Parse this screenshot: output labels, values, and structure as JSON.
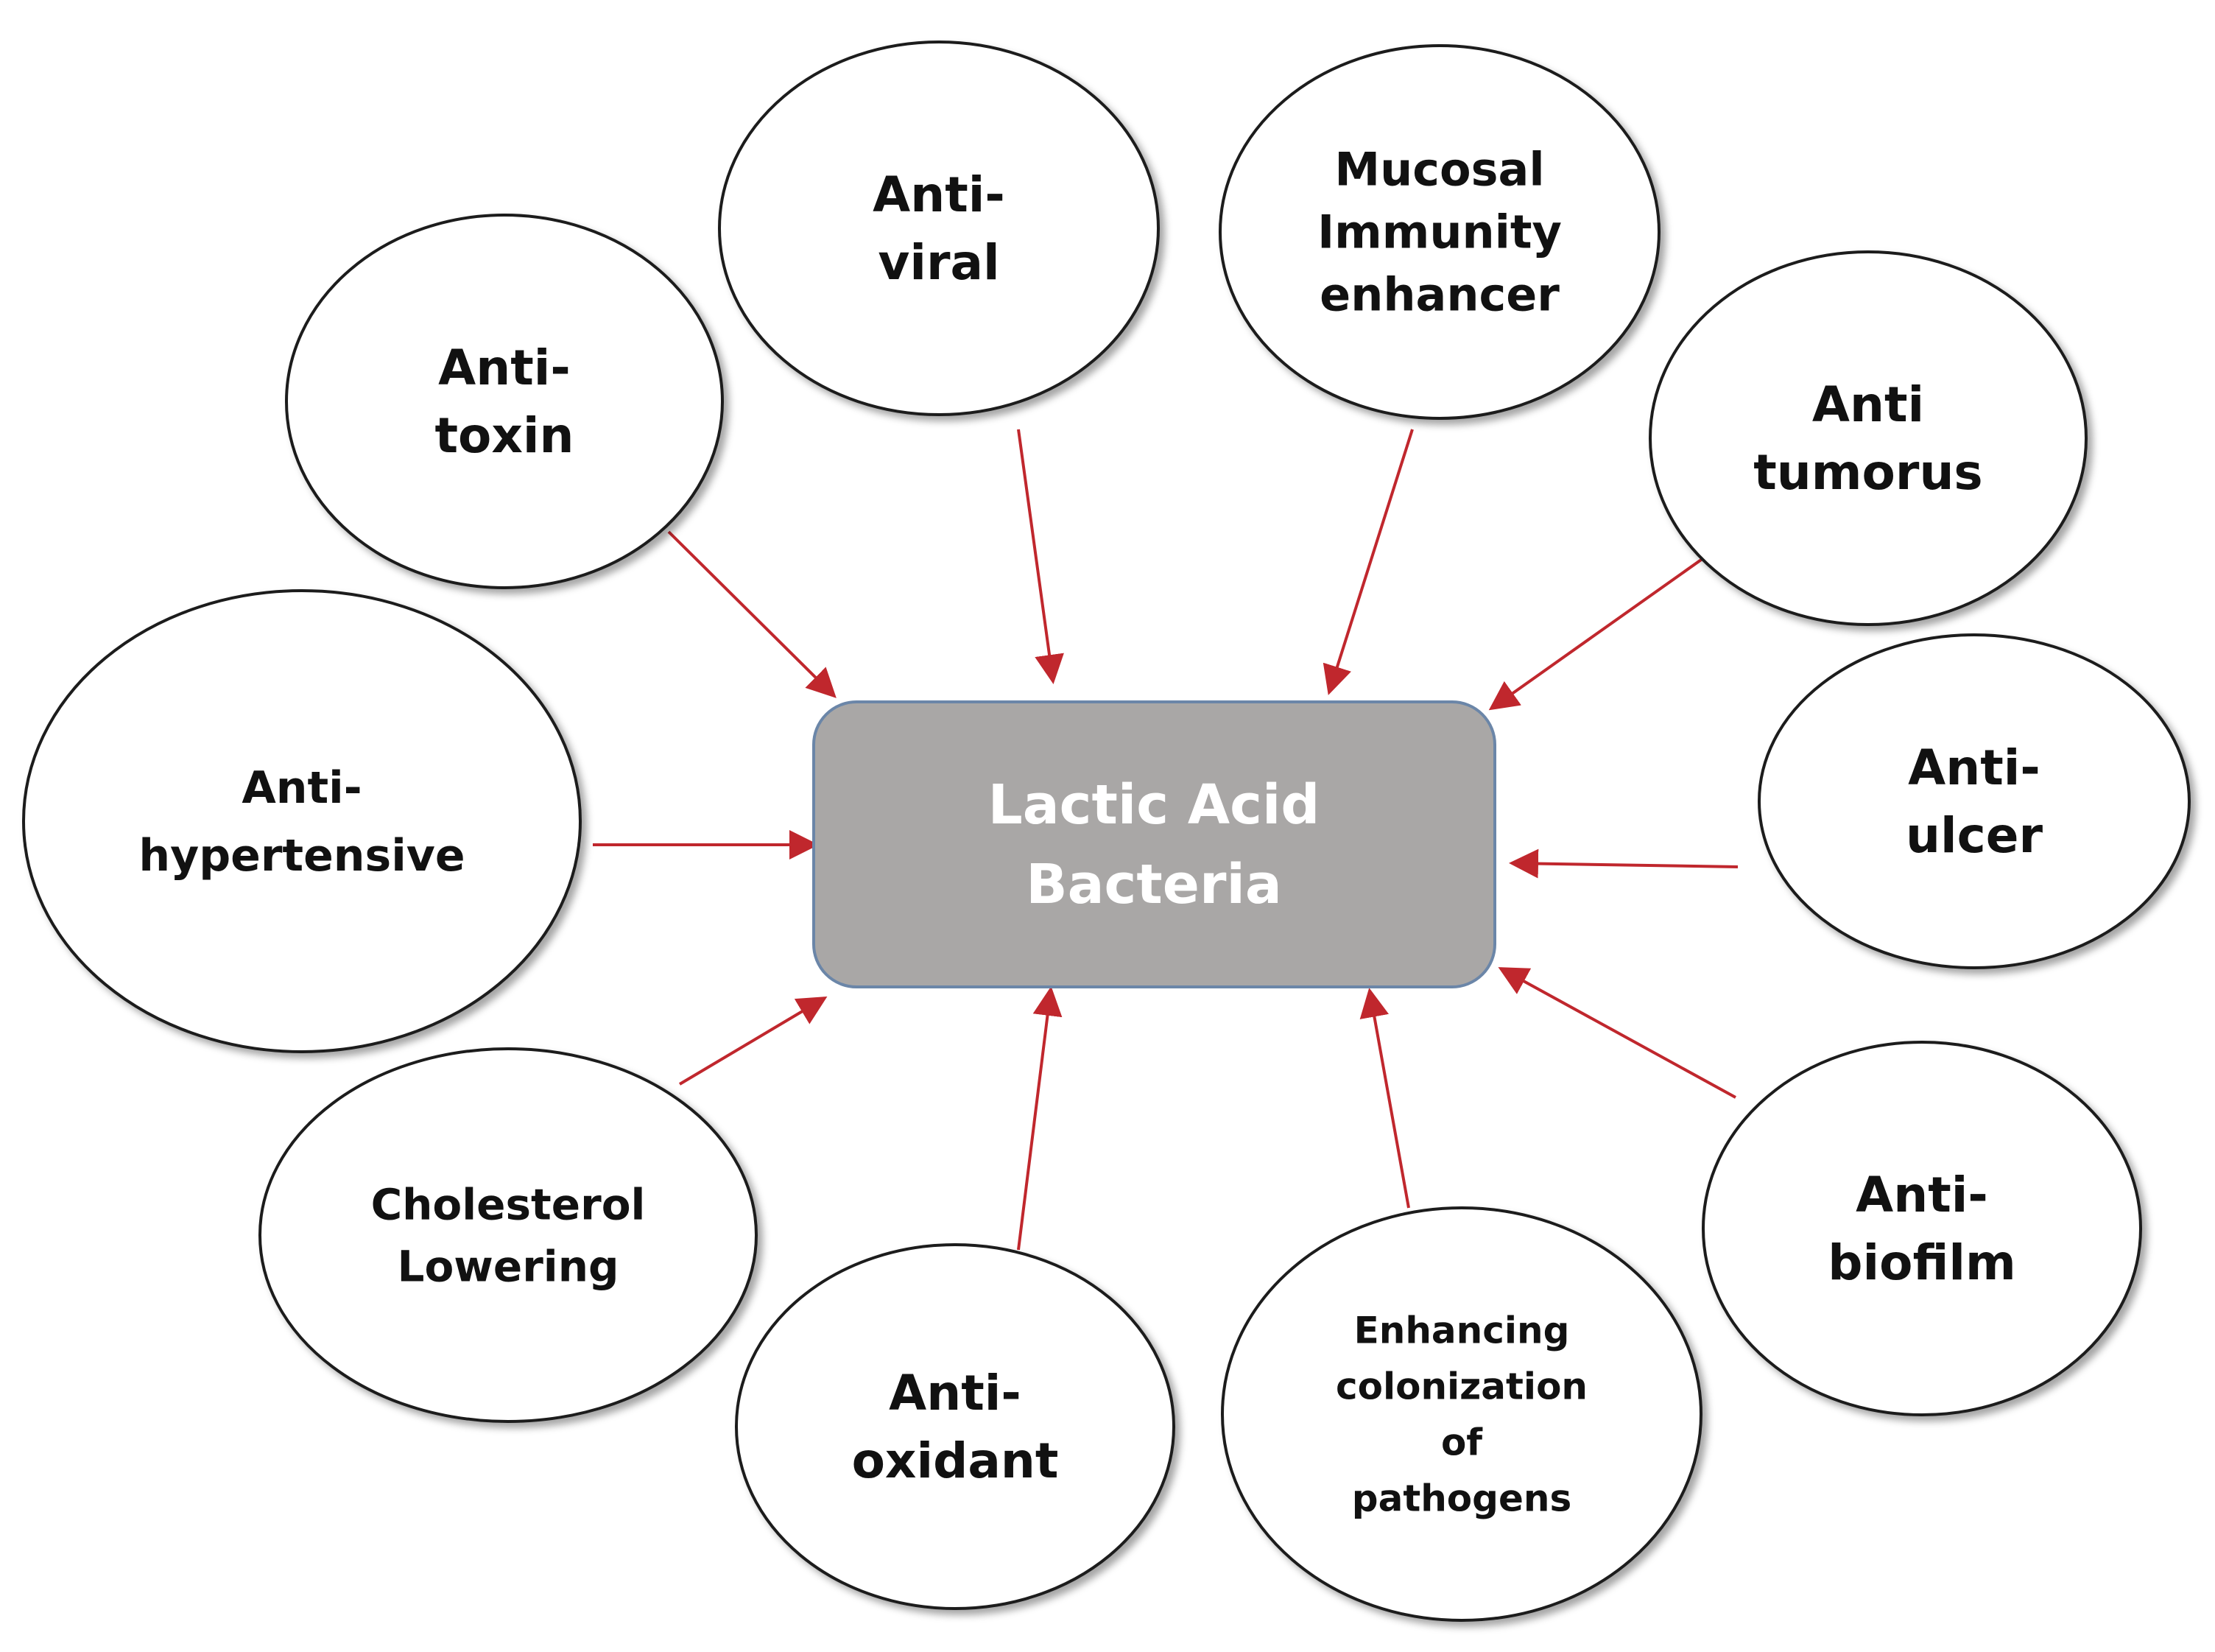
{
  "diagram": {
    "center": {
      "lines": [
        "Lactic Acid",
        "Bacteria"
      ]
    },
    "nodes": [
      {
        "id": "anti-toxin",
        "lines": [
          "Anti-",
          "toxin"
        ]
      },
      {
        "id": "anti-viral",
        "lines": [
          "Anti-",
          "viral"
        ]
      },
      {
        "id": "mucosal-immunity-enhancer",
        "lines": [
          "Mucosal",
          "Immunity",
          "enhancer"
        ]
      },
      {
        "id": "anti-tumorus",
        "lines": [
          "Anti",
          "tumorus"
        ]
      },
      {
        "id": "anti-hypertensive",
        "lines": [
          "Anti-",
          "hypertensive"
        ]
      },
      {
        "id": "anti-ulcer",
        "lines": [
          "Anti-",
          "ulcer"
        ]
      },
      {
        "id": "cholesterol-lowering",
        "lines": [
          "Cholesterol",
          "Lowering"
        ]
      },
      {
        "id": "anti-oxidant",
        "lines": [
          "Anti-",
          "oxidant"
        ]
      },
      {
        "id": "enhancing-colonization",
        "lines": [
          "Enhancing",
          "colonization",
          "of",
          "pathogens"
        ]
      },
      {
        "id": "anti-biofilm",
        "lines": [
          "Anti-",
          "biofilm"
        ]
      }
    ],
    "colors": {
      "arrow": "#c0272d",
      "center_fill": "#a9a7a6",
      "center_border": "#6b86a8",
      "ellipse_border": "#1a1a1a"
    }
  }
}
